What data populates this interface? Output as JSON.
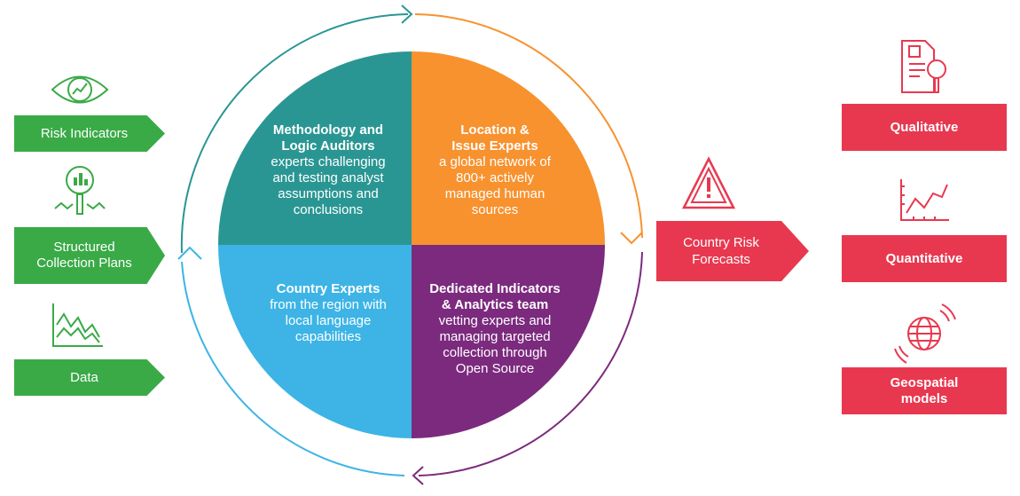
{
  "inputs": [
    {
      "label": "Risk Indicators",
      "icon": "eye-chart-icon"
    },
    {
      "label": "Structured\nCollection Plans",
      "icon": "magnifier-chart-icon"
    },
    {
      "label": "Data",
      "icon": "line-chart-icon"
    }
  ],
  "quadrants": {
    "top_left": {
      "title": "Methodology and\nLogic Auditors",
      "desc": "experts challenging\nand testing analyst\nassumptions and\nconclusions"
    },
    "top_right": {
      "title": "Location &\nIssue Experts",
      "desc": "a global network of\n800+ actively\nmanaged human\nsources"
    },
    "bottom_left": {
      "title": "Country Experts",
      "desc": "from the region with\nlocal language\ncapabilities"
    },
    "bottom_right": {
      "title": "Dedicated Indicators\n& Analytics team",
      "desc": "vetting experts and\nmanaging targeted\ncollection through\nOpen Source"
    }
  },
  "center_output": {
    "label": "Country Risk\nForecasts",
    "icon": "warning-triangle-icon"
  },
  "outputs": [
    {
      "label": "Qualitative",
      "icon": "document-search-icon"
    },
    {
      "label": "Quantitative",
      "icon": "trend-chart-icon"
    },
    {
      "label": "Geospatial\nmodels",
      "icon": "globe-signal-icon"
    }
  ],
  "colors": {
    "green": "#3aaa47",
    "teal": "#2a9693",
    "orange": "#f7922f",
    "sky": "#3db4e5",
    "purple": "#7b2a7e",
    "red": "#e8384f"
  }
}
